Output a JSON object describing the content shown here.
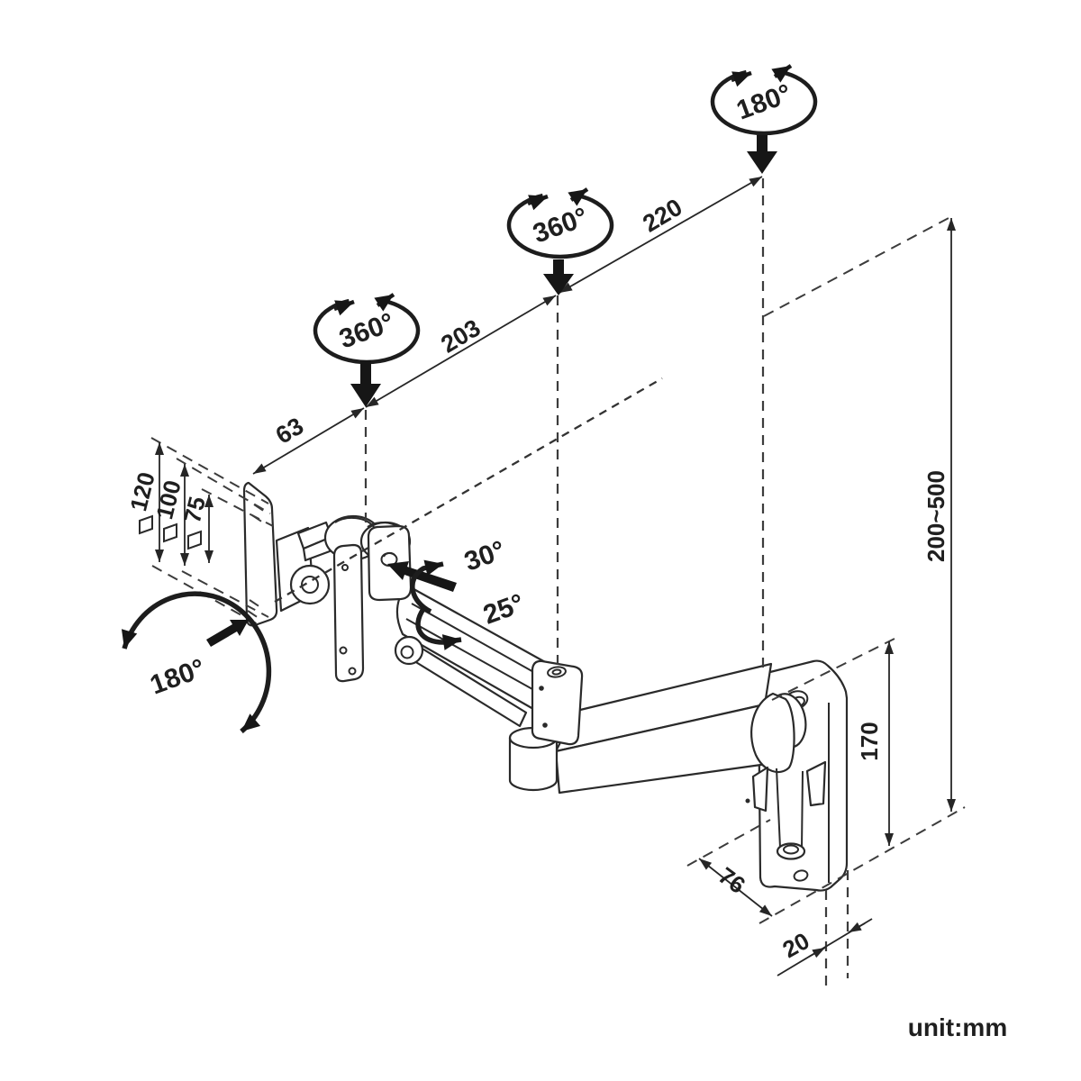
{
  "rotations": {
    "top": "180°",
    "middle": "360°",
    "left": "360°",
    "vesa": "180°"
  },
  "tilt": {
    "up": "30°",
    "down": "25°"
  },
  "dimensions": {
    "arm_seg_1": "63",
    "arm_seg_2": "203",
    "arm_seg_3": "220",
    "vesa_1": "120",
    "vesa_2": "100",
    "vesa_3": "75",
    "height_range": "200~500",
    "wall_plate_height": "170",
    "bracket_depth": "76",
    "wall_plate_thickness": "20"
  },
  "footer": {
    "unit_note": "unit:mm"
  },
  "colors": {
    "line": "#262626",
    "background": "#ffffff"
  }
}
